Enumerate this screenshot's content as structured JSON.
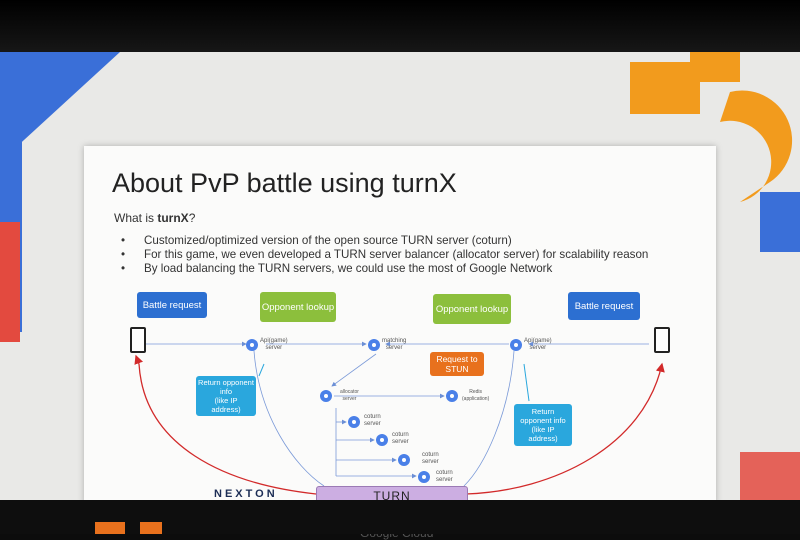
{
  "slide": {
    "title": "About PvP battle using turnX",
    "question_prefix": "What is ",
    "question_bold": "turnX",
    "question_suffix": "?",
    "bullets": [
      "Customized/optimized version of the open source TURN server (coturn)",
      "For this game, we even developed a TURN server balancer (allocator server) for scalability reason",
      "By load balancing the TURN servers, we could use the most of Google Network"
    ]
  },
  "diagram": {
    "battle_request_left": "Battle request",
    "opponent_lookup_left": "Opponent lookup",
    "opponent_lookup_right": "Opponent lookup",
    "battle_request_right": "Battle request",
    "request_to_stun": "Request to\nSTUN",
    "return_info_left": "Return opponent\ninfo\n(like IP\naddress)",
    "return_info_right": "Return\nopponent info\n(like IP\naddress)",
    "api_server_left": "Api(game)\nserver",
    "matching_server": "matching\nserver",
    "api_server_right": "Api(game)\nserver",
    "allocator_server": "allocator\nserver",
    "redis": "Redis\n(application)",
    "coturn_1": "coturn\nserver",
    "coturn_2": "coturn\nserver",
    "coturn_3": "coturn\nserver",
    "coturn_4": "coturn\nserver",
    "turn_label": "TURN",
    "nexton_logo": "NEXTON"
  },
  "footer": {
    "google_cloud": "Google Cloud"
  },
  "colors": {
    "callout_blue": "#2c6fd1",
    "callout_green": "#8cbf3c",
    "callout_orange": "#e8711d",
    "callout_teal": "#2aa7dd",
    "turn_pipe": "#ccaee2",
    "arrow_red": "#d22a2a",
    "google_blue": "#4285f4",
    "google_orange": "#f29b1d",
    "google_red": "#e8453c"
  }
}
